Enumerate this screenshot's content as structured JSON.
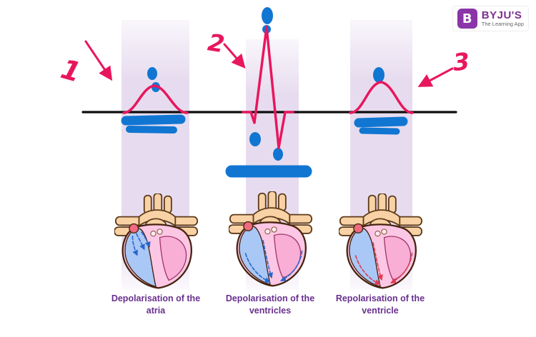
{
  "logo": {
    "brand": "BYJU'S",
    "tagline": "The Learning App",
    "icon": "byjus-b-icon"
  },
  "sections": [
    {
      "number": "1",
      "caption": "Depolarisation of the atria"
    },
    {
      "number": "2",
      "caption": "Depolarisation of the ventricles"
    },
    {
      "number": "3",
      "caption": "Repolarisation of the ventricle"
    }
  ],
  "colors": {
    "trace": "#e8175d",
    "marker": "#1176d2",
    "band": "#e7dcef",
    "caption": "#69308f",
    "baseline": "#0d0d0d",
    "logo-purple": "#8a35a8",
    "logo-text": "#7d2f8f"
  }
}
